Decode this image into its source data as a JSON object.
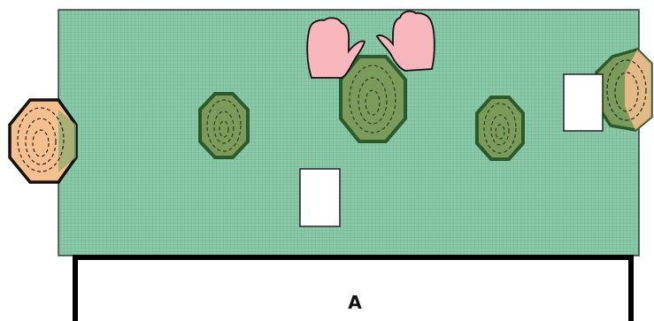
{
  "diagram": {
    "table_label": "A",
    "colors": {
      "table_fill": "#8cc9a8",
      "table_grid": "#5aa57e",
      "table_border": "#3a3a3a",
      "bush_fill": "#7a9b5a",
      "bush_stroke": "#2d5a2d",
      "orange_fill": "#f6c08e",
      "hand_fill": "#f7b7bd",
      "card_fill": "#ffffff",
      "base_stroke": "#000000"
    },
    "elements": [
      {
        "name": "table-surface",
        "kind": "grid-rectangle"
      },
      {
        "name": "player-base",
        "kind": "open-bracket"
      },
      {
        "name": "left-hand-icon",
        "kind": "hand"
      },
      {
        "name": "right-hand-icon",
        "kind": "hand"
      },
      {
        "name": "bush-center-top",
        "kind": "octagon-terrain"
      },
      {
        "name": "bush-left",
        "kind": "octagon-terrain"
      },
      {
        "name": "bush-right",
        "kind": "octagon-terrain"
      },
      {
        "name": "orange-terrain-left",
        "kind": "octagon-terrain"
      },
      {
        "name": "orange-terrain-right",
        "kind": "octagon-terrain"
      },
      {
        "name": "card-center",
        "kind": "blank-card"
      },
      {
        "name": "card-right",
        "kind": "blank-card"
      }
    ]
  }
}
